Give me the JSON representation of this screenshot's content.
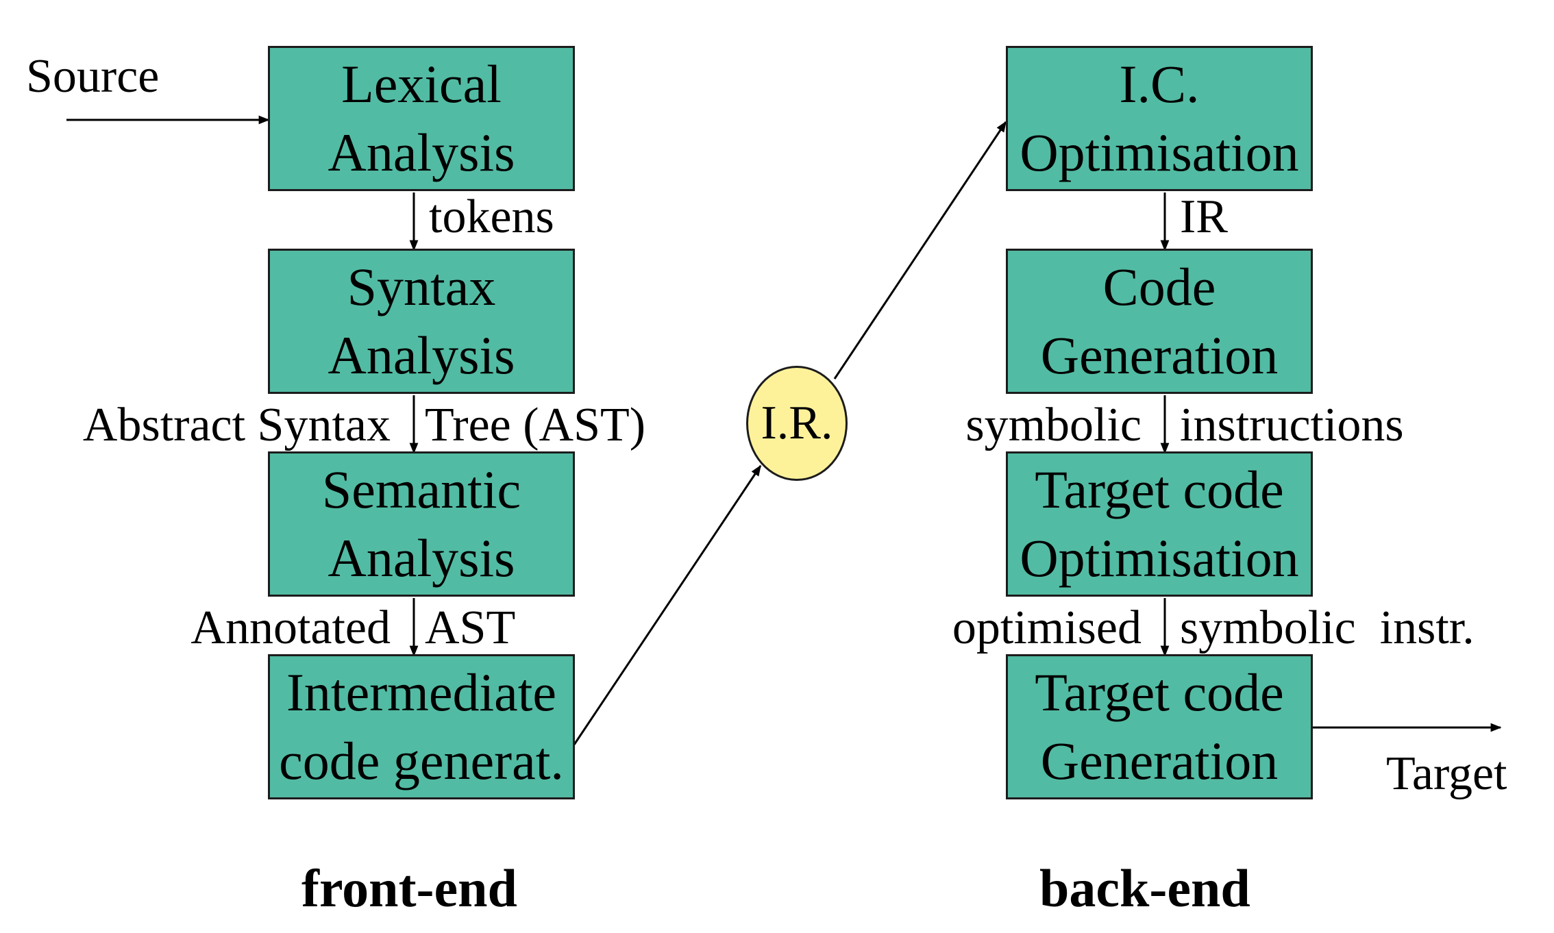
{
  "source_label": "Source",
  "target_label": "Target",
  "ir_node": "I.R.",
  "front_end": {
    "title": "front-end",
    "stages": [
      {
        "line1": "Lexical",
        "line2": "Analysis"
      },
      {
        "line1": "Syntax",
        "line2": "Analysis"
      },
      {
        "line1": "Semantic",
        "line2": "Analysis"
      },
      {
        "line1": "Intermediate",
        "line2": "code generat."
      }
    ],
    "edges": [
      {
        "left": "",
        "right": "tokens"
      },
      {
        "left": "Abstract Syntax",
        "right": "Tree (AST)"
      },
      {
        "left": "Annotated",
        "right": "AST"
      }
    ]
  },
  "back_end": {
    "title": "back-end",
    "stages": [
      {
        "line1": "I.C.",
        "line2": "Optimisation"
      },
      {
        "line1": "Code",
        "line2": "Generation"
      },
      {
        "line1": "Target code",
        "line2": "Optimisation"
      },
      {
        "line1": "Target code",
        "line2": "Generation"
      }
    ],
    "edges": [
      {
        "left": "",
        "right": "IR"
      },
      {
        "left": "symbolic",
        "right": "instructions"
      },
      {
        "left": "optimised",
        "right": "symbolic  instr."
      }
    ]
  }
}
